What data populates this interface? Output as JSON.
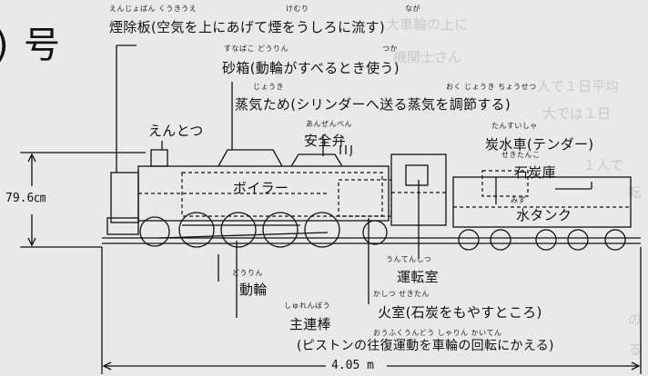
{
  "header": {
    "partial_title_char": "号",
    "partial_number_fragment": ")"
  },
  "labels": {
    "smoke_deflector": {
      "text": "煙除板(空気を上にあげて煙をうしろに流す)",
      "ruby_a": "えんじょばん くうきうえ",
      "ruby_b": "けむり",
      "ruby_c": "なが"
    },
    "sandbox": {
      "text": "砂箱(動輪がすべるとき使う)",
      "ruby_a": "すなばこ どうりん",
      "ruby_b": "つか"
    },
    "steam_dome": {
      "text": "蒸気ため(シリンダーへ送る蒸気を調節する)",
      "ruby_a": "じょうき",
      "ruby_b": "おく じょうき ちょうせつ"
    },
    "chimney": {
      "text": "えんとつ"
    },
    "safety_valve": {
      "text": "安全弁",
      "ruby": "あんぜんべん"
    },
    "tender": {
      "text": "炭水車(テンダー)",
      "ruby": "たんすいしゃ"
    },
    "coal_bunker": {
      "text": "石炭庫",
      "ruby": "せきたんこ"
    },
    "boiler": {
      "text": "ボイラー"
    },
    "water_tank": {
      "text": "水タンク",
      "ruby": "みず"
    },
    "cab": {
      "text": "運転室",
      "ruby": "うんてんしつ"
    },
    "driving_wheel": {
      "text": "動輪",
      "ruby": "どうりん"
    },
    "main_rod": {
      "text": "主連棒",
      "ruby": "しゅれんぼう"
    },
    "firebox": {
      "text": "火室(石炭をもやすところ)",
      "ruby": "かしつ せきたん"
    },
    "main_rod_note": {
      "text": "(ピストンの往復運動を車輪の回転にかえる)",
      "ruby": "おうふくうんどう しゃりん かいてん"
    }
  },
  "dimensions": {
    "height": "79.6㎝",
    "length": "4.05 m"
  },
  "background_text": [
    "大車輪の上に",
    "機関士さん",
    "人で１日平均",
    "大では１日",
    "１人で",
    "転",
    "の",
    "る"
  ]
}
